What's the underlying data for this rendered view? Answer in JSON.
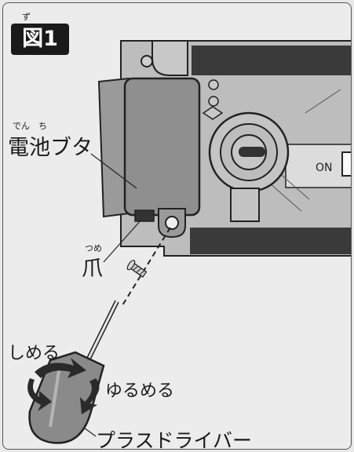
{
  "figure": {
    "badge": "図1",
    "badge_ruby": "ず"
  },
  "device": {
    "switch_label": "ON"
  },
  "labels": {
    "battery_cover": "電池ブタ",
    "battery_cover_ruby": "でん　ち",
    "claw": "爪",
    "claw_ruby": "つめ",
    "tighten": "しめる",
    "loosen": "ゆるめる",
    "screwdriver": "プラスドライバー"
  }
}
